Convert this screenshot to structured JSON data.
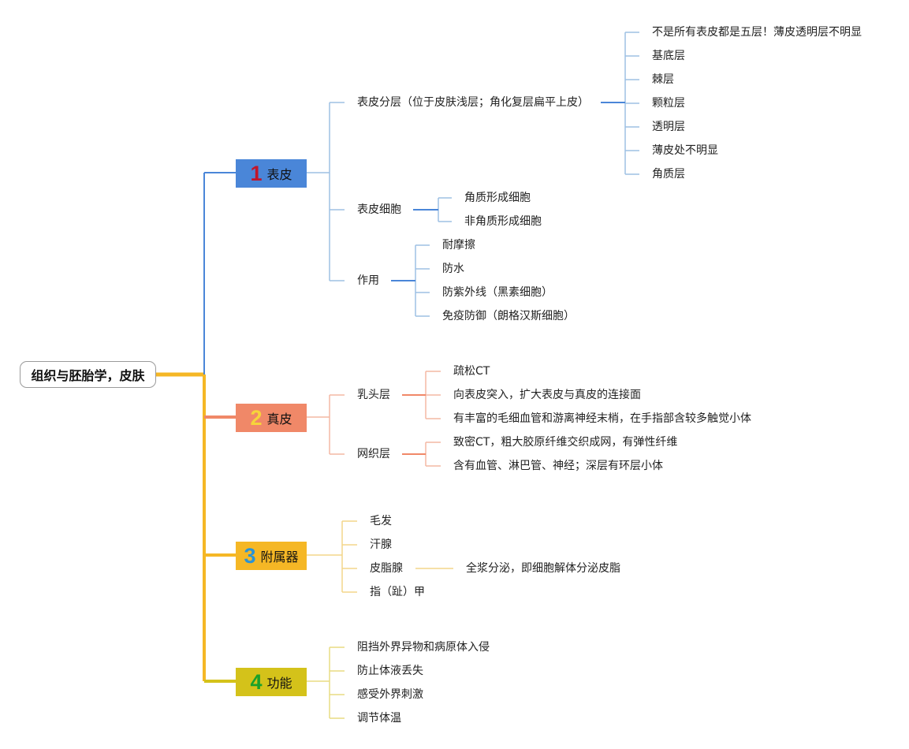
{
  "root": {
    "label": "组织与胚胎学，皮肤"
  },
  "branches": [
    {
      "number": "1",
      "label": "表皮",
      "color": "#4a86d8",
      "number_color": "#c0162c"
    },
    {
      "number": "2",
      "label": "真皮",
      "color": "#f08868",
      "number_color": "#f6d43b"
    },
    {
      "number": "3",
      "label": "附属器",
      "color": "#f5b725",
      "number_color": "#2a93d5"
    },
    {
      "number": "4",
      "label": "功能",
      "color": "#d4c21a",
      "number_color": "#1aa12a"
    }
  ],
  "epidermis": {
    "layers": {
      "label": "表皮分层（位于皮肤浅层；角化复层扁平上皮）",
      "items": [
        "不是所有表皮都是五层！薄皮透明层不明显",
        "基底层",
        "棘层",
        "颗粒层",
        "透明层",
        "薄皮处不明显",
        "角质层"
      ]
    },
    "cells": {
      "label": "表皮细胞",
      "items": [
        "角质形成细胞",
        "非角质形成细胞"
      ]
    },
    "functions": {
      "label": "作用",
      "items": [
        "耐摩擦",
        "防水",
        "防紫外线（黑素细胞）",
        "免疫防御（朗格汉斯细胞）"
      ]
    }
  },
  "dermis": {
    "papillary": {
      "label": "乳头层",
      "items": [
        "疏松CT",
        "向表皮突入，扩大表皮与真皮的连接面",
        "有丰富的毛细血管和游离神经末梢，在手指部含较多触觉小体"
      ]
    },
    "reticular": {
      "label": "网织层",
      "items": [
        "致密CT，粗大胶原纤维交织成网，有弹性纤维",
        "含有血管、淋巴管、神经；深层有环层小体"
      ]
    }
  },
  "appendages": {
    "items": [
      "毛发",
      "汗腺",
      "皮脂腺",
      "指（趾）甲"
    ],
    "sebaceous_detail": "全浆分泌，即细胞解体分泌皮脂"
  },
  "functions": {
    "items": [
      "阻挡外界异物和病原体入侵",
      "防止体液丢失",
      "感受外界刺激",
      "调节体温"
    ]
  }
}
